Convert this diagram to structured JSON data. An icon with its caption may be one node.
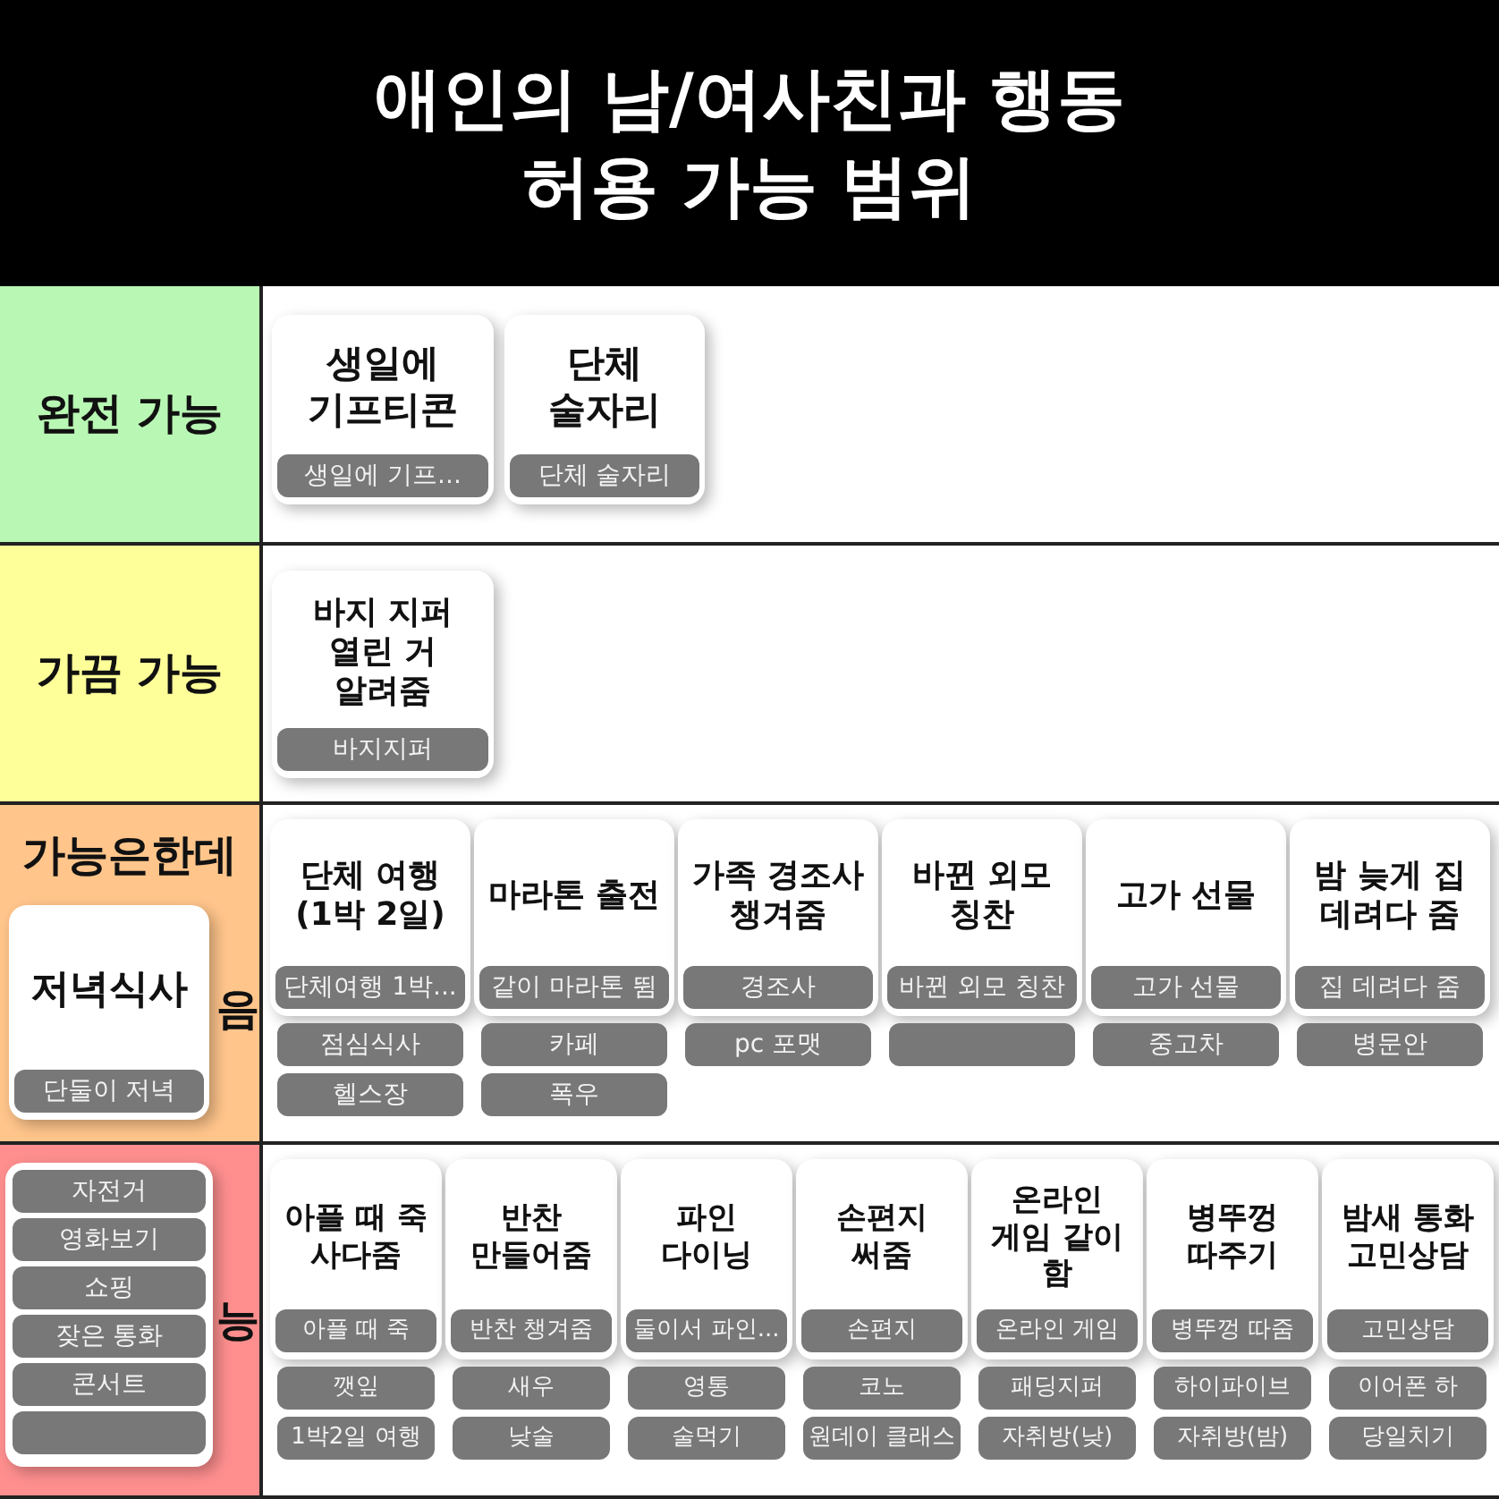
{
  "diagram": {
    "title": "애인의 남/여사친과 행동 허용 가능 범위",
    "nodes": [
      {
        "text": [
          "완전 가능"
        ]
      },
      {
        "text": [
          "생일에 기프티콘",
          "생일에 기프..."
        ],
        "in": 0
      },
      {
        "text": [
          "단체 술자리",
          "단체 술자리"
        ],
        "in": 0
      },
      {
        "text": [
          "가끔 가능"
        ]
      },
      {
        "text": [
          "바지 지퍼 열린 거 알려줌",
          "바지지퍼"
        ],
        "in": 3
      },
      {
        "text": [
          "가능은한데",
          "음"
        ]
      },
      {
        "text": [
          "단체 여행 (1박 2일)",
          "단체여행 1박..."
        ],
        "in": 5
      },
      {
        "text": [
          "점심식사"
        ],
        "in": 5
      },
      {
        "text": [
          "헬스장"
        ],
        "in": 5
      },
      {
        "text": [
          "마라톤 출전",
          "같이 마라톤 뜀"
        ],
        "in": 5
      },
      {
        "text": [
          "카페"
        ],
        "in": 5
      },
      {
        "text": [
          "폭우"
        ],
        "in": 5
      },
      {
        "text": [
          "가족 경조사 챙겨줌",
          "경조사"
        ],
        "in": 5
      },
      {
        "text": [
          "pc 포맷"
        ],
        "in": 5
      },
      {
        "text": [
          "바뀐 외모 칭찬",
          "바뀐 외모 칭찬"
        ],
        "in": 5
      },
      {
        "text": [],
        "shape": "box",
        "in": 5
      },
      {
        "text": [
          "고가 선물",
          "고가 선물"
        ],
        "in": 5
      },
      {
        "text": [
          "중고차"
        ],
        "in": 5
      },
      {
        "text": [
          "밤 늦게 집 데려다 줌",
          "집 데려다 줌"
        ],
        "in": 5
      },
      {
        "text": [
          "병문안"
        ],
        "in": 5
      },
      {
        "text": [
          "저녁식사",
          "단둘이 저녁"
        ],
        "in": 5
      },
      {
        "text": [
          "능"
        ]
      },
      {
        "text": [
          "자전거"
        ],
        "in": 21
      },
      {
        "text": [
          "영화보기"
        ],
        "in": 21
      },
      {
        "text": [
          "쇼핑"
        ],
        "in": 21
      },
      {
        "text": [
          "잦은 통화"
        ],
        "in": 21
      },
      {
        "text": [
          "콘서트"
        ],
        "in": 21
      },
      {
        "text": [],
        "shape": "box",
        "in": 21
      },
      {
        "text": [
          "아플 때 죽 사다줌",
          "아플 때 죽"
        ],
        "in": 21
      },
      {
        "text": [
          "깻잎"
        ],
        "in": 21
      },
      {
        "text": [
          "1박2일 여행"
        ],
        "in": 21
      },
      {
        "text": [
          "반찬 만들어줌",
          "반찬 챙겨줌"
        ],
        "in": 21
      },
      {
        "text": [
          "새우"
        ],
        "in": 21
      },
      {
        "text": [
          "낮술"
        ],
        "in": 21
      },
      {
        "text": [
          "파인 다이닝",
          "둘이서 파인..."
        ],
        "in": 21
      },
      {
        "text": [
          "영통"
        ],
        "in": 21
      },
      {
        "text": [
          "술먹기"
        ],
        "in": 21
      },
      {
        "text": [
          "손편지 써줌",
          "손편지"
        ],
        "in": 21
      },
      {
        "text": [
          "코노"
        ],
        "in": 21
      },
      {
        "text": [
          "원데이 클래스"
        ],
        "in": 21
      },
      {
        "text": [
          "온라인 게임 같이 함",
          "온라인 게임"
        ],
        "in": 21
      },
      {
        "text": [
          "패딩지퍼"
        ],
        "in": 21
      },
      {
        "text": [
          "자취방(낮)"
        ],
        "in": 21
      },
      {
        "text": [
          "병뚜껑 따주기",
          "병뚜껑 따줌"
        ],
        "in": 21
      },
      {
        "text": [
          "하이파이브"
        ],
        "in": 21
      },
      {
        "text": [
          "자취방(밤)"
        ],
        "in": 21
      },
      {
        "text": [
          "밤새 통화 고민상담",
          "고민상담"
        ],
        "in": 21
      },
      {
        "text": [
          "이어폰 하"
        ],
        "in": 21
      },
      {
        "text": [
          "당일치기"
        ],
        "in": 21
      }
    ]
  }
}
